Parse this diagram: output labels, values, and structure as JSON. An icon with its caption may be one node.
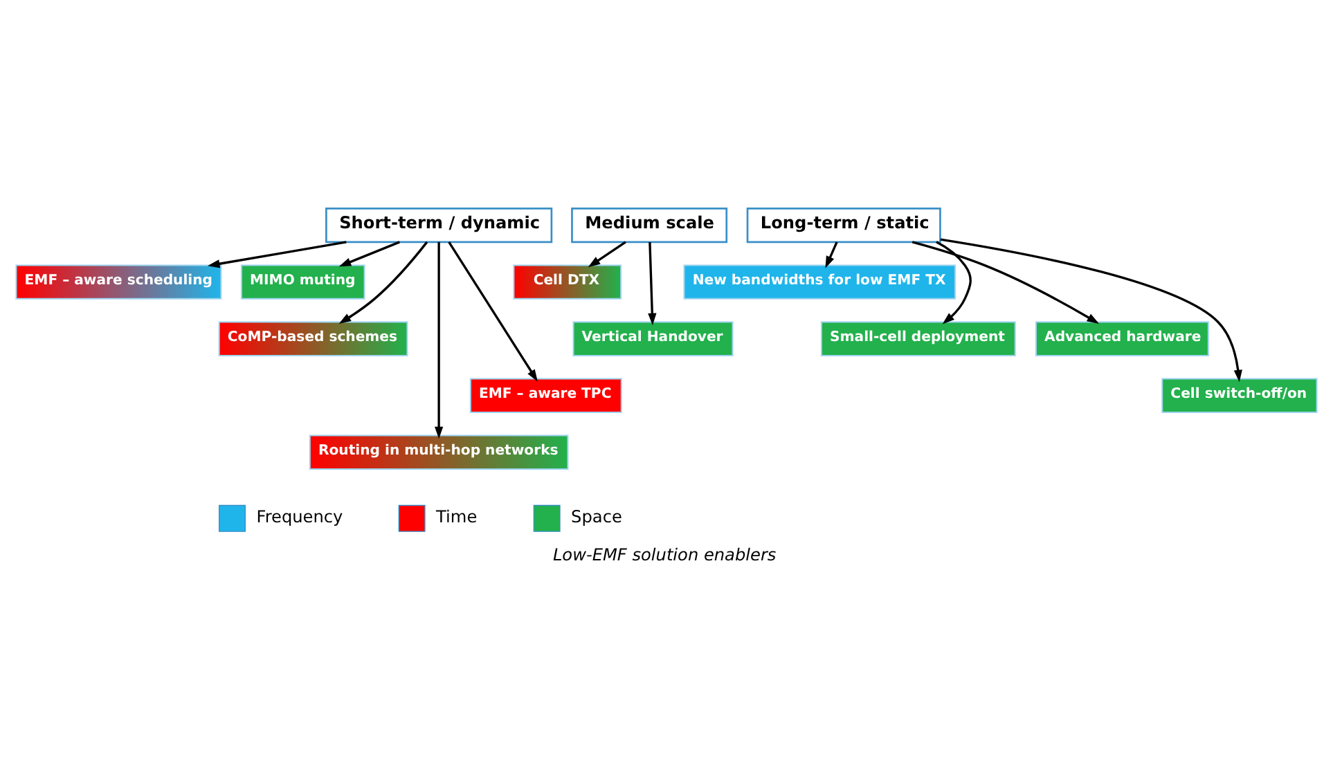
{
  "diagram": {
    "caption": "Low-EMF solution enablers",
    "nodes": [
      {
        "text": [
          "Short-term / dynamic"
        ]
      },
      {
        "text": [
          "Medium scale"
        ]
      },
      {
        "text": [
          "Long-term / static"
        ]
      },
      {
        "text": [
          "EMF – aware scheduling"
        ]
      },
      {
        "text": [
          "MIMO muting"
        ]
      },
      {
        "text": [
          "CoMP-based schemes"
        ]
      },
      {
        "text": [
          "Routing in multi-hop networks"
        ]
      },
      {
        "text": [
          "EMF – aware TPC"
        ]
      },
      {
        "text": [
          "Cell DTX"
        ]
      },
      {
        "text": [
          "Vertical Handover"
        ]
      },
      {
        "text": [
          "New bandwidths for low EMF TX"
        ]
      },
      {
        "text": [
          "Small-cell deployment"
        ]
      },
      {
        "text": [
          "Advanced hardware"
        ]
      },
      {
        "text": [
          "Cell switch-off/on"
        ]
      }
    ],
    "edges": [
      {
        "from": 0,
        "to": 3,
        "arrow": "to"
      },
      {
        "from": 0,
        "to": 4,
        "arrow": "to"
      },
      {
        "from": 0,
        "to": 5,
        "arrow": "to"
      },
      {
        "from": 0,
        "to": 6,
        "arrow": "to"
      },
      {
        "from": 0,
        "to": 7,
        "arrow": "to"
      },
      {
        "from": 1,
        "to": 8,
        "arrow": "to"
      },
      {
        "from": 1,
        "to": 9,
        "arrow": "to"
      },
      {
        "from": 2,
        "to": 10,
        "arrow": "to"
      },
      {
        "from": 2,
        "to": 11,
        "arrow": "to"
      },
      {
        "from": 2,
        "to": 12,
        "arrow": "to"
      },
      {
        "from": 2,
        "to": 13,
        "arrow": "to"
      }
    ],
    "legend": [
      {
        "text": "Frequency",
        "color": "#1fb5ea"
      },
      {
        "text": "Time",
        "color": "#ff0000"
      },
      {
        "text": "Space",
        "color": "#22b14c"
      }
    ]
  }
}
